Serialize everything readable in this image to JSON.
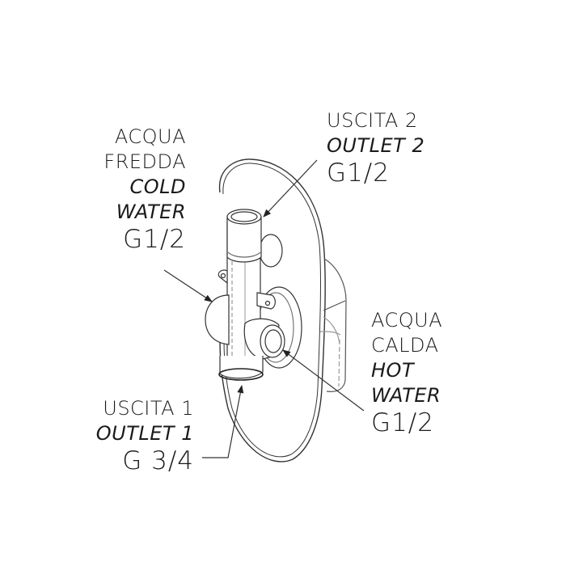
{
  "diagram": {
    "subject": "concealed shower mixer valve body with oval wall plate",
    "style": {
      "line_color": "#222222",
      "light_line_color": "#8a8a8a",
      "background": "#ffffff"
    }
  },
  "labels": {
    "cold_water": {
      "line1": "ACQUA",
      "line2": "FREDDA",
      "line3": "COLD",
      "line4": "WATER",
      "size": "G1/2"
    },
    "outlet_2": {
      "line1": "USCITA 2",
      "line2": "OUTLET 2",
      "size": "G1/2"
    },
    "hot_water": {
      "line1": "ACQUA",
      "line2": "CALDA",
      "line3": "HOT",
      "line4": "WATER",
      "size": "G1/2"
    },
    "outlet_1": {
      "line1": "USCITA 1",
      "line2": "OUTLET 1",
      "size": "G 3/4"
    }
  }
}
